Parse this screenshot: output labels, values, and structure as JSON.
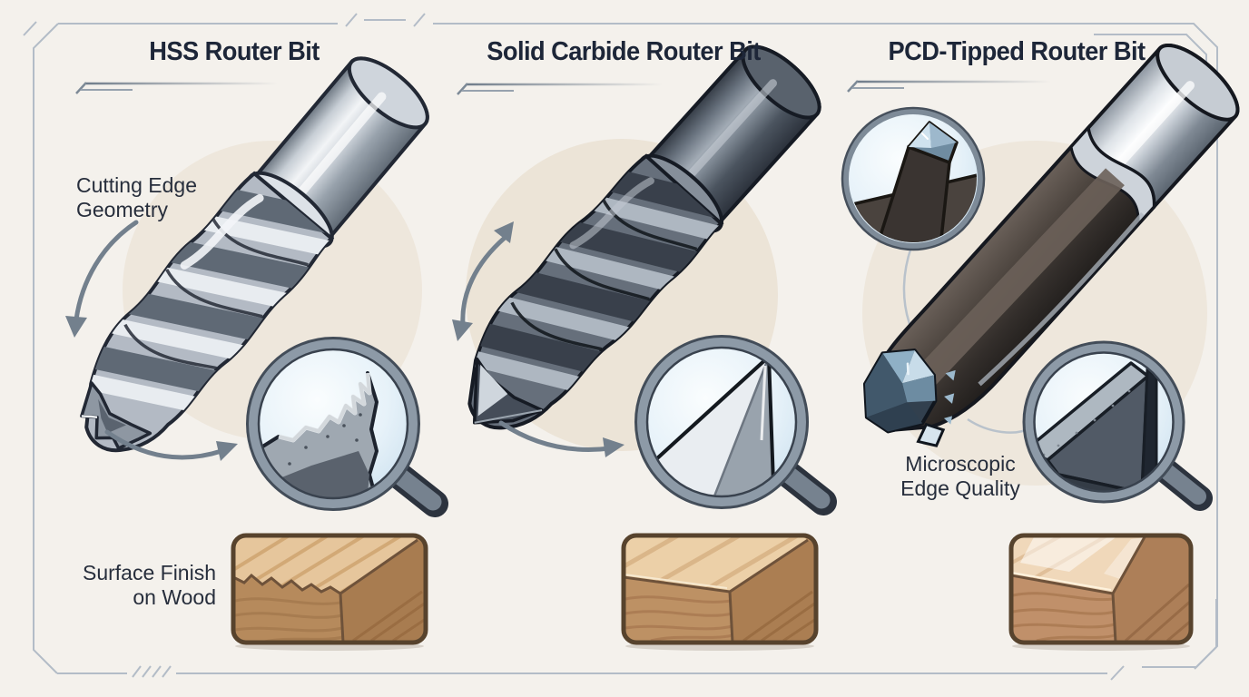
{
  "figure": {
    "columns": [
      {
        "id": "hss",
        "heading": "HSS Router Bit"
      },
      {
        "id": "carbide",
        "heading": "Solid Carbide Router Bit"
      },
      {
        "id": "pcd",
        "heading": "PCD-Tipped Router Bit"
      }
    ],
    "annotations": {
      "cutting_edge": {
        "line1": "Cutting Edge",
        "line2": "Geometry"
      },
      "surface_finish": {
        "line1": "Surface Finish",
        "line2": "on Wood"
      },
      "microscopic_edge": {
        "line1": "Microscopic",
        "line2": "Edge Quality"
      }
    },
    "illustrations": {
      "hss": [
        "router-bit-spiral-worn",
        "magnifier-rough-edge",
        "wood-sample-rough",
        "curved-arrow-down",
        "curved-arrow-right"
      ],
      "carbide": [
        "router-bit-spiral-sharp",
        "magnifier-sharp-edge",
        "wood-sample-clean",
        "rotation-double-arrow",
        "curved-arrow-right"
      ],
      "pcd": [
        "router-bit-diamond-tip",
        "diamond-tip-inset-circle",
        "magnifier-precise-edge",
        "wood-sample-glossy"
      ]
    },
    "colors": {
      "background": "#f4f1ec",
      "heading_text": "#1d2638",
      "label_text": "#272e3c",
      "frame_line": "#b3bcc7",
      "arrow": "#73808d",
      "halo_circle": "#ece4d7",
      "steel_light": "#f2f4f6",
      "steel_dark": "#5f6974",
      "carbide_dark": "#2b313b",
      "pcd_body": "#332e2b",
      "diamond_blue": "#c8dce9",
      "wood_outline": "#57432d",
      "wood_top": "#e8c99e",
      "glass": "#d9e9f4"
    }
  }
}
